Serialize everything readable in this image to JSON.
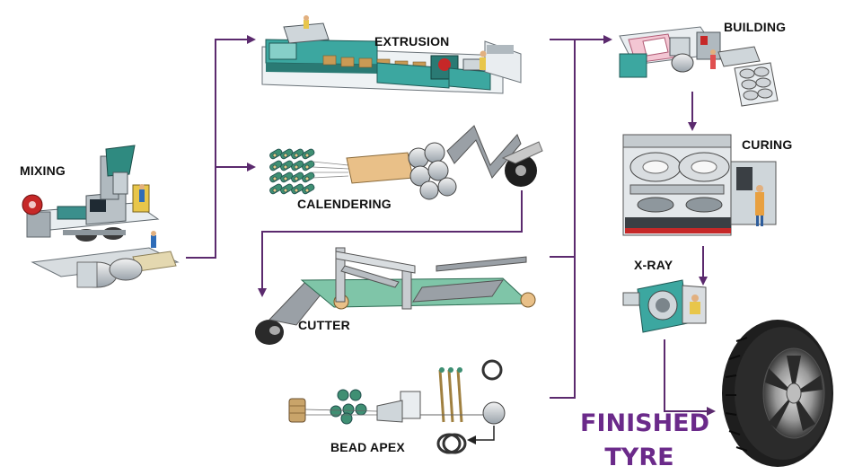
{
  "labels": {
    "mixing": "MIXING",
    "extrusion": "EXTRUSION",
    "calendering": "CALENDERING",
    "cutter": "CUTTER",
    "bead_apex": "BEAD APEX",
    "building": "BUILDING",
    "curing": "CURING",
    "xray": "X-RAY",
    "finished_line1": "FINISHED",
    "finished_line2": "TYRE"
  },
  "colors": {
    "arrow": "#5b2a6e",
    "finished_text": "#6b2a8a",
    "machine_teal": "#3ca7a0",
    "machine_grey": "#9aa3ab",
    "conveyor_green": "#7fc5a8",
    "roller_tan": "#e9c088",
    "tyre": "#1e1e1e"
  }
}
